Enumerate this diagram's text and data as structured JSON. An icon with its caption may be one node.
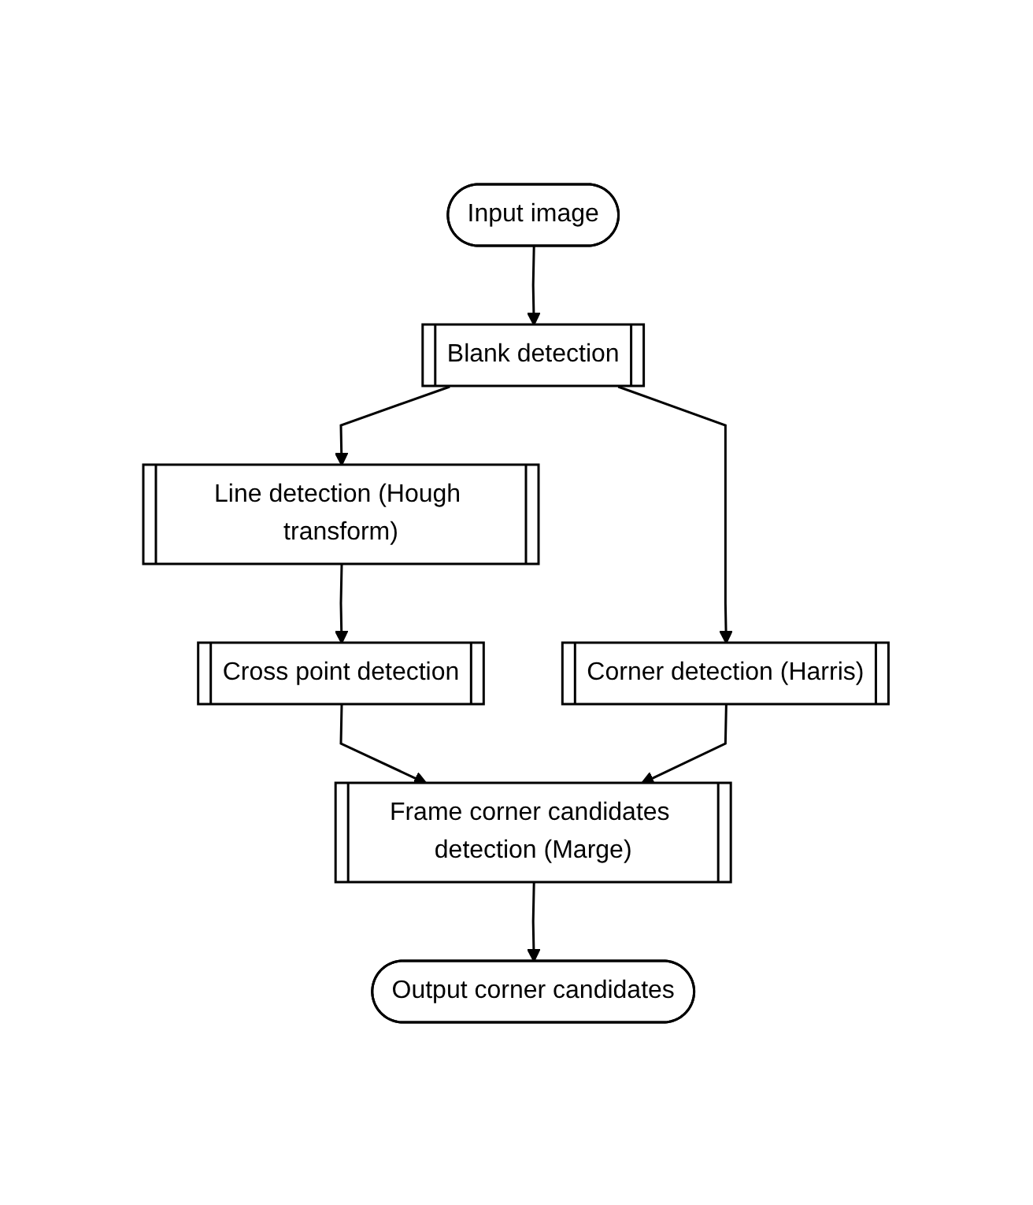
{
  "diagram": {
    "nodes": [
      {
        "text": [
          "Input image"
        ]
      },
      {
        "text": [
          "Blank detection"
        ]
      },
      {
        "text": [
          "Line detection (Hough transform)"
        ]
      },
      {
        "text": [
          "Corner detection (Harris)"
        ]
      },
      {
        "text": [
          "Cross point detection"
        ]
      },
      {
        "text": [
          "Frame corner candidates detection (Marge)"
        ]
      },
      {
        "text": [
          "Output corner candidates"
        ]
      }
    ],
    "edges": [
      {
        "from": 0,
        "to": 1,
        "arrow": "to"
      },
      {
        "from": 1,
        "to": 2,
        "arrow": "to"
      },
      {
        "from": 1,
        "to": 3,
        "arrow": "to"
      },
      {
        "from": 2,
        "to": 4,
        "arrow": "to"
      },
      {
        "from": 4,
        "to": 5,
        "arrow": "to"
      },
      {
        "from": 3,
        "to": 5,
        "arrow": "to"
      },
      {
        "from": 5,
        "to": 6,
        "arrow": "to"
      }
    ]
  }
}
